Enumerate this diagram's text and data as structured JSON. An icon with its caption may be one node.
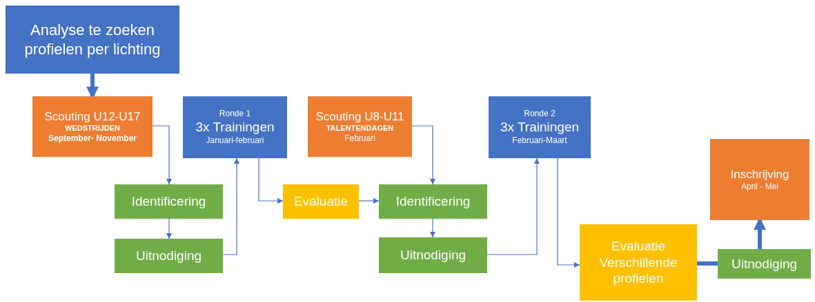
{
  "diagram": {
    "nodes": [
      {
        "text": [
          "Analyse te zoeken profielen per lichting"
        ]
      },
      {
        "text": [
          "Scouting U12-U17",
          "WEDSTRIJDEN",
          "September- November"
        ]
      },
      {
        "text": [
          "Ronde 1",
          "3x Trainingen",
          "Januari-februari"
        ]
      },
      {
        "text": [
          "Scouting U8-U11",
          "TALENTENDAGEN",
          "Februari"
        ]
      },
      {
        "text": [
          "Ronde 2",
          "3x Trainingen",
          "Februari-Maart"
        ]
      },
      {
        "text": [
          "Inschrijving",
          "April - Mei"
        ]
      },
      {
        "text": [
          "Identificering"
        ]
      },
      {
        "text": [
          "Evaluatie"
        ]
      },
      {
        "text": [
          "Identificering"
        ]
      },
      {
        "text": [
          "Uitnodiging"
        ]
      },
      {
        "text": [
          "Uitnodiging"
        ]
      },
      {
        "text": [
          "Evaluatie Verschillende profielen"
        ]
      },
      {
        "text": [
          "Uitnodiging"
        ]
      }
    ],
    "edges": [
      {
        "from": 0,
        "to": 1,
        "arrow": "to",
        "style": "thick"
      },
      {
        "from": 1,
        "to": 6,
        "arrow": "to"
      },
      {
        "from": 6,
        "to": 9,
        "arrow": "to"
      },
      {
        "from": 9,
        "to": 2,
        "arrow": "to"
      },
      {
        "from": 2,
        "to": 7,
        "arrow": "to"
      },
      {
        "from": 7,
        "to": 8,
        "arrow": "to"
      },
      {
        "from": 3,
        "to": 8,
        "arrow": "to"
      },
      {
        "from": 8,
        "to": 10,
        "arrow": "to"
      },
      {
        "from": 10,
        "to": 4,
        "arrow": "to"
      },
      {
        "from": 4,
        "to": 11,
        "arrow": "to"
      },
      {
        "from": 11,
        "to": 12,
        "arrow": "none",
        "style": "thick"
      },
      {
        "from": 12,
        "to": 5,
        "arrow": "to",
        "style": "thick"
      }
    ]
  }
}
